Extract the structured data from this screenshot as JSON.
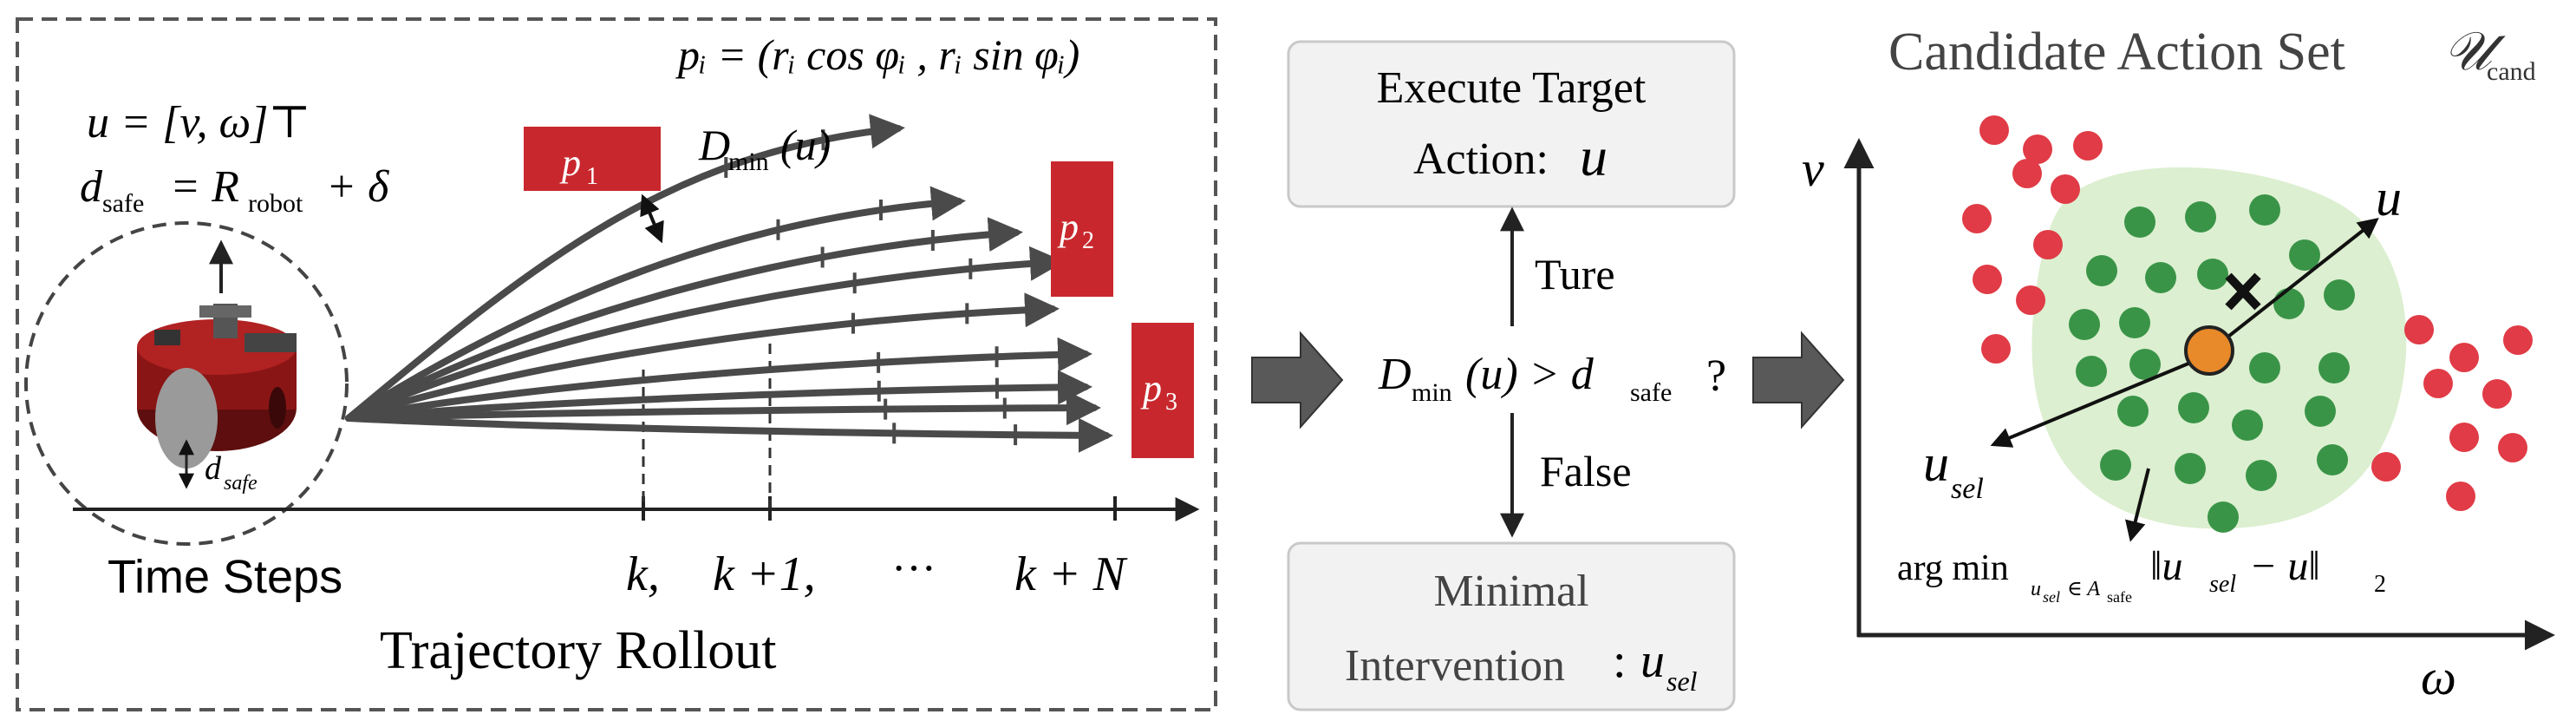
{
  "left_panel": {
    "title": "Trajectory Rollout",
    "axis_label": "Time Steps",
    "formula_control": "u = [v, ω]⊤",
    "formula_safe_d": "d",
    "formula_safe_d_sub": "safe",
    "formula_safe_rest": "= R",
    "formula_safe_R_sub": "robot",
    "formula_safe_delta": "+ δ",
    "formula_point": "pᵢ = (rᵢ cos φᵢ , rᵢ sin φᵢ)",
    "dmin_label": "D",
    "dmin_sub": "min",
    "dmin_arg": "(u)",
    "dsafe_robot": "d",
    "dsafe_robot_sub": "safe",
    "obstacles": [
      {
        "label": "p",
        "sub": "1"
      },
      {
        "label": "p",
        "sub": "2"
      },
      {
        "label": "p",
        "sub": "3"
      }
    ],
    "ticks": [
      "k,",
      "k +1,",
      "···",
      "k + N"
    ]
  },
  "middle_panel": {
    "condition_D": "D",
    "condition_sub": "min",
    "condition_mid": "(u) > d",
    "condition_sub2": "safe",
    "condition_q": "?",
    "box_top_line1": "Execute Target",
    "box_top_line2": "Action:",
    "box_top_var": "u",
    "true_label": "Ture",
    "false_label": "False",
    "box_bottom_line1": "Minimal",
    "box_bottom_line2": "Intervention",
    "box_bottom_colon": ":",
    "box_bottom_var": "u",
    "box_bottom_var_sub": "sel"
  },
  "right_panel": {
    "title": "Candidate Action Set",
    "title_symbol": "𝒰",
    "title_symbol_sub": "cand",
    "axis_v": "v",
    "axis_w": "ω",
    "u_label": "u",
    "usel_label": "u",
    "usel_sub": "sel",
    "argmin_text": "arg min",
    "argmin_sub": "u",
    "argmin_sub2": "sel",
    "argmin_sub3": "∈ A",
    "argmin_sub4": "safe",
    "argmin_norm": "‖u",
    "argmin_norm_sub": "sel",
    "argmin_norm_rest": "− u‖",
    "argmin_norm_2": "2"
  },
  "colors": {
    "obstacle_red": "#c8282d",
    "trajectory_gray": "#4a4a4a",
    "safe_region": "#dcefd0",
    "safe_dot": "#3a9448",
    "unsafe_dot": "#e03b46",
    "target_dot": "#e8892a",
    "box_fill": "#f2f2f2",
    "robot_body": "#8a1515"
  }
}
